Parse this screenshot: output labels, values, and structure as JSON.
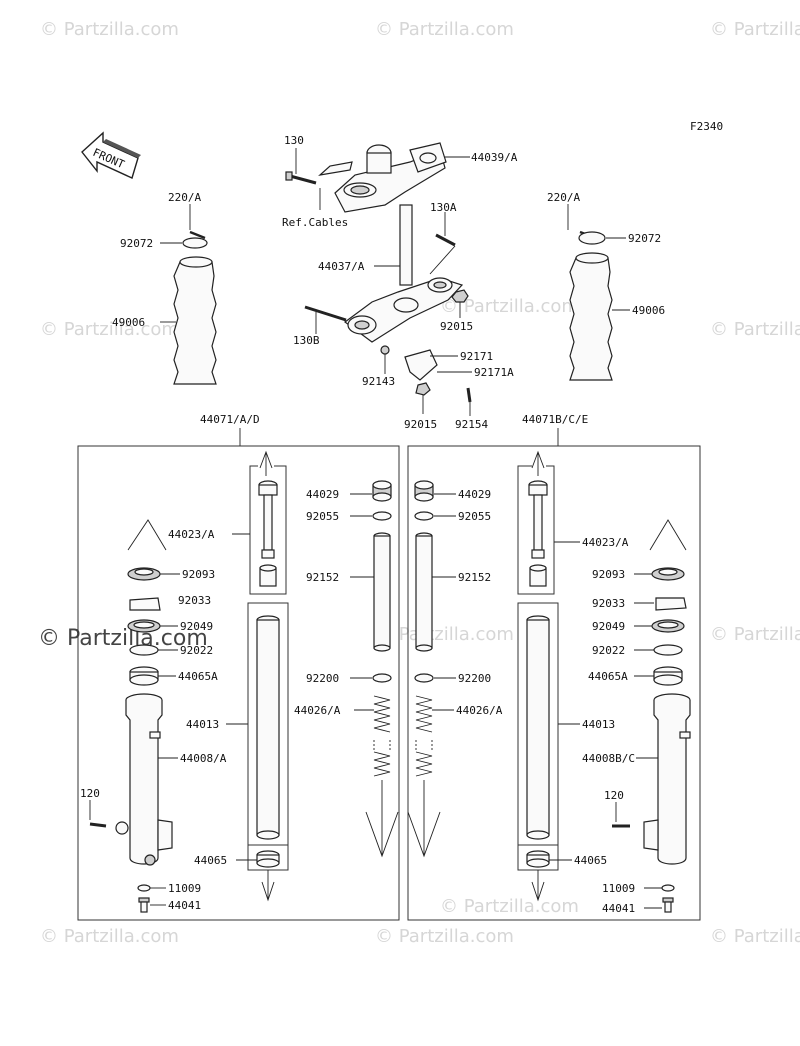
{
  "watermark": {
    "text": "© Partzilla.com",
    "big_text": "© Partzilla.com"
  },
  "figure_code": "F2340",
  "front_label": "FRONT",
  "note_ref_cables": "Ref.Cables",
  "labels": {
    "p130": "130",
    "p44039": "44039/A",
    "p220_l": "220/A",
    "p220_r": "220/A",
    "p92072_l": "92072",
    "p92072_r": "92072",
    "p49006_l": "49006",
    "p49006_r": "49006",
    "p130A": "130A",
    "p44037": "44037/A",
    "p92015_a": "92015",
    "p130B": "130B",
    "p92171": "92171",
    "p92143": "92143",
    "p92171A": "92171A",
    "p92015_b": "92015",
    "p92154": "92154",
    "p44071_l": "44071/A/D",
    "p44071_r": "44071B/C/E",
    "p44029_l": "44029",
    "p44029_r": "44029",
    "p92055_l": "92055",
    "p92055_r": "92055",
    "p44023_l": "44023/A",
    "p44023_r": "44023/A",
    "p92152_l": "92152",
    "p92152_r": "92152",
    "p92093_l": "92093",
    "p92093_r": "92093",
    "p92033_l": "92033",
    "p92033_r": "92033",
    "p92049_l": "92049",
    "p92049_r": "92049",
    "p92022_l": "92022",
    "p92022_r": "92022",
    "p92200_l": "92200",
    "p92200_r": "92200",
    "p44065A_l": "44065A",
    "p44065A_r": "44065A",
    "p44026_l": "44026/A",
    "p44026_r": "44026/A",
    "p44013_l": "44013",
    "p44013_r": "44013",
    "p44008_l": "44008/A",
    "p44008_r": "44008B/C",
    "p120_l": "120",
    "p120_r": "120",
    "p44065_l": "44065",
    "p44065_r": "44065",
    "p11009_l": "11009",
    "p11009_r": "11009",
    "p44041_l": "44041",
    "p44041_r": "44041"
  }
}
